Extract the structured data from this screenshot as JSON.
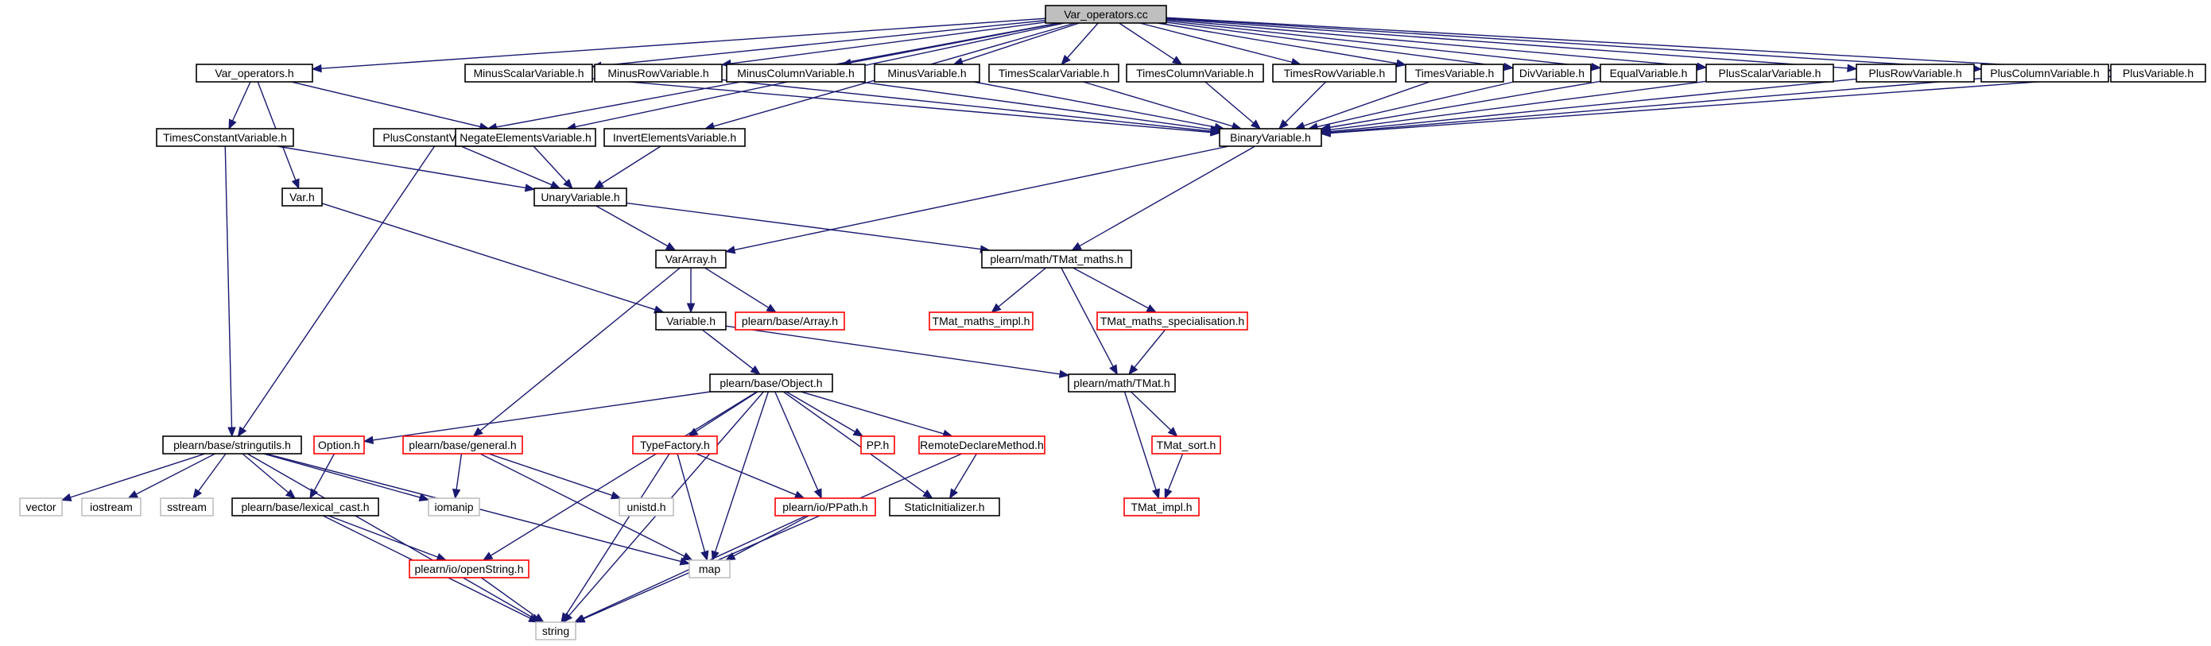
{
  "colors": {
    "root_fill": "#bfbfbf",
    "normal_border": "#000000",
    "link_border": "#ff0000",
    "external_border": "#bfbfbf",
    "edge": "#191970",
    "background": "#ffffff"
  },
  "nodes": [
    {
      "id": "root",
      "label": "Var_operators.cc",
      "kind": "root"
    },
    {
      "id": "var_operators_h",
      "label": "Var_operators.h",
      "kind": "normal"
    },
    {
      "id": "plusconstant",
      "label": "PlusConstantVariable.h",
      "kind": "normal"
    },
    {
      "id": "negate",
      "label": "NegateElementsVariable.h",
      "kind": "normal"
    },
    {
      "id": "invert",
      "label": "InvertElementsVariable.h",
      "kind": "normal"
    },
    {
      "id": "minusscalar",
      "label": "MinusScalarVariable.h",
      "kind": "normal"
    },
    {
      "id": "minusrow",
      "label": "MinusRowVariable.h",
      "kind": "normal"
    },
    {
      "id": "minuscolumn",
      "label": "MinusColumnVariable.h",
      "kind": "normal"
    },
    {
      "id": "minusvar",
      "label": "MinusVariable.h",
      "kind": "normal"
    },
    {
      "id": "timesscalar",
      "label": "TimesScalarVariable.h",
      "kind": "normal"
    },
    {
      "id": "timescolumn",
      "label": "TimesColumnVariable.h",
      "kind": "normal"
    },
    {
      "id": "timesrow",
      "label": "TimesRowVariable.h",
      "kind": "normal"
    },
    {
      "id": "timesvar",
      "label": "TimesVariable.h",
      "kind": "normal"
    },
    {
      "id": "divvar",
      "label": "DivVariable.h",
      "kind": "normal"
    },
    {
      "id": "equalvar",
      "label": "EqualVariable.h",
      "kind": "normal"
    },
    {
      "id": "plusscalar",
      "label": "PlusScalarVariable.h",
      "kind": "normal"
    },
    {
      "id": "plusrow",
      "label": "PlusRowVariable.h",
      "kind": "normal"
    },
    {
      "id": "pluscolumn",
      "label": "PlusColumnVariable.h",
      "kind": "normal"
    },
    {
      "id": "plusvar",
      "label": "PlusVariable.h",
      "kind": "normal"
    },
    {
      "id": "timesconstant",
      "label": "TimesConstantVariable.h",
      "kind": "normal"
    },
    {
      "id": "binary",
      "label": "BinaryVariable.h",
      "kind": "normal"
    },
    {
      "id": "unary",
      "label": "UnaryVariable.h",
      "kind": "normal"
    },
    {
      "id": "var_h",
      "label": "Var.h",
      "kind": "normal"
    },
    {
      "id": "vararray",
      "label": "VarArray.h",
      "kind": "normal"
    },
    {
      "id": "tmat_maths",
      "label": "plearn/math/TMat_maths.h",
      "kind": "normal"
    },
    {
      "id": "variable_h",
      "label": "Variable.h",
      "kind": "normal"
    },
    {
      "id": "array_h",
      "label": "plearn/base/Array.h",
      "kind": "link"
    },
    {
      "id": "tmat_maths_impl",
      "label": "TMat_maths_impl.h",
      "kind": "link"
    },
    {
      "id": "tmat_maths_spec",
      "label": "TMat_maths_specialisation.h",
      "kind": "link"
    },
    {
      "id": "object_h",
      "label": "plearn/base/Object.h",
      "kind": "normal"
    },
    {
      "id": "tmat_h",
      "label": "plearn/math/TMat.h",
      "kind": "normal"
    },
    {
      "id": "stringutils",
      "label": "plearn/base/stringutils.h",
      "kind": "normal"
    },
    {
      "id": "option_h",
      "label": "Option.h",
      "kind": "link"
    },
    {
      "id": "general_h",
      "label": "plearn/base/general.h",
      "kind": "link"
    },
    {
      "id": "typefactory",
      "label": "TypeFactory.h",
      "kind": "link"
    },
    {
      "id": "pp_h",
      "label": "PP.h",
      "kind": "link"
    },
    {
      "id": "remotedeclare",
      "label": "RemoteDeclareMethod.h",
      "kind": "link"
    },
    {
      "id": "tmat_sort",
      "label": "TMat_sort.h",
      "kind": "link"
    },
    {
      "id": "vector",
      "label": "vector",
      "kind": "external"
    },
    {
      "id": "iostream",
      "label": "iostream",
      "kind": "external"
    },
    {
      "id": "sstream",
      "label": "sstream",
      "kind": "external"
    },
    {
      "id": "lexical_cast",
      "label": "plearn/base/lexical_cast.h",
      "kind": "normal"
    },
    {
      "id": "iomanip",
      "label": "iomanip",
      "kind": "external"
    },
    {
      "id": "unistd",
      "label": "unistd.h",
      "kind": "external"
    },
    {
      "id": "ppath",
      "label": "plearn/io/PPath.h",
      "kind": "link"
    },
    {
      "id": "staticinit",
      "label": "StaticInitializer.h",
      "kind": "normal"
    },
    {
      "id": "tmat_impl",
      "label": "TMat_impl.h",
      "kind": "link"
    },
    {
      "id": "openstring",
      "label": "plearn/io/openString.h",
      "kind": "link"
    },
    {
      "id": "map",
      "label": "map",
      "kind": "external"
    },
    {
      "id": "string",
      "label": "string",
      "kind": "external"
    }
  ],
  "edges": [
    [
      "root",
      "var_operators_h"
    ],
    [
      "root",
      "plusconstant"
    ],
    [
      "root",
      "negate"
    ],
    [
      "root",
      "invert"
    ],
    [
      "root",
      "minusscalar"
    ],
    [
      "root",
      "minusrow"
    ],
    [
      "root",
      "minuscolumn"
    ],
    [
      "root",
      "minusvar"
    ],
    [
      "root",
      "timesscalar"
    ],
    [
      "root",
      "timescolumn"
    ],
    [
      "root",
      "timesrow"
    ],
    [
      "root",
      "timesvar"
    ],
    [
      "root",
      "divvar"
    ],
    [
      "root",
      "equalvar"
    ],
    [
      "root",
      "plusscalar"
    ],
    [
      "root",
      "plusrow"
    ],
    [
      "root",
      "pluscolumn"
    ],
    [
      "root",
      "plusvar"
    ],
    [
      "var_operators_h",
      "timesconstant"
    ],
    [
      "var_operators_h",
      "negate"
    ],
    [
      "var_operators_h",
      "var_h"
    ],
    [
      "minusscalar",
      "binary"
    ],
    [
      "minusrow",
      "binary"
    ],
    [
      "minuscolumn",
      "binary"
    ],
    [
      "minusvar",
      "binary"
    ],
    [
      "timesscalar",
      "binary"
    ],
    [
      "timescolumn",
      "binary"
    ],
    [
      "timesrow",
      "binary"
    ],
    [
      "timesvar",
      "binary"
    ],
    [
      "divvar",
      "binary"
    ],
    [
      "equalvar",
      "binary"
    ],
    [
      "plusscalar",
      "binary"
    ],
    [
      "plusrow",
      "binary"
    ],
    [
      "pluscolumn",
      "binary"
    ],
    [
      "plusvar",
      "binary"
    ],
    [
      "timesconstant",
      "unary"
    ],
    [
      "timesconstant",
      "stringutils"
    ],
    [
      "plusconstant",
      "unary"
    ],
    [
      "plusconstant",
      "stringutils"
    ],
    [
      "negate",
      "unary"
    ],
    [
      "invert",
      "unary"
    ],
    [
      "binary",
      "vararray"
    ],
    [
      "binary",
      "tmat_maths"
    ],
    [
      "unary",
      "vararray"
    ],
    [
      "unary",
      "tmat_maths"
    ],
    [
      "var_h",
      "variable_h"
    ],
    [
      "vararray",
      "variable_h"
    ],
    [
      "vararray",
      "array_h"
    ],
    [
      "vararray",
      "general_h"
    ],
    [
      "tmat_maths",
      "tmat_maths_impl"
    ],
    [
      "tmat_maths",
      "tmat_maths_spec"
    ],
    [
      "tmat_maths",
      "tmat_h"
    ],
    [
      "tmat_maths_spec",
      "tmat_h"
    ],
    [
      "variable_h",
      "object_h"
    ],
    [
      "variable_h",
      "tmat_h"
    ],
    [
      "object_h",
      "option_h"
    ],
    [
      "object_h",
      "typefactory"
    ],
    [
      "object_h",
      "pp_h"
    ],
    [
      "object_h",
      "remotedeclare"
    ],
    [
      "object_h",
      "ppath"
    ],
    [
      "object_h",
      "staticinit"
    ],
    [
      "object_h",
      "map"
    ],
    [
      "object_h",
      "string"
    ],
    [
      "object_h",
      "openstring"
    ],
    [
      "tmat_h",
      "tmat_sort"
    ],
    [
      "tmat_h",
      "tmat_impl"
    ],
    [
      "tmat_sort",
      "tmat_impl"
    ],
    [
      "stringutils",
      "vector"
    ],
    [
      "stringutils",
      "iostream"
    ],
    [
      "stringutils",
      "sstream"
    ],
    [
      "stringutils",
      "lexical_cast"
    ],
    [
      "stringutils",
      "iomanip"
    ],
    [
      "stringutils",
      "map"
    ],
    [
      "stringutils",
      "string"
    ],
    [
      "option_h",
      "lexical_cast"
    ],
    [
      "general_h",
      "iomanip"
    ],
    [
      "general_h",
      "unistd"
    ],
    [
      "general_h",
      "map"
    ],
    [
      "typefactory",
      "ppath"
    ],
    [
      "typefactory",
      "map"
    ],
    [
      "typefactory",
      "string"
    ],
    [
      "remotedeclare",
      "staticinit"
    ],
    [
      "remotedeclare",
      "string"
    ],
    [
      "ppath",
      "map"
    ],
    [
      "ppath",
      "string"
    ],
    [
      "lexical_cast",
      "openstring"
    ],
    [
      "lexical_cast",
      "string"
    ],
    [
      "openstring",
      "string"
    ]
  ]
}
